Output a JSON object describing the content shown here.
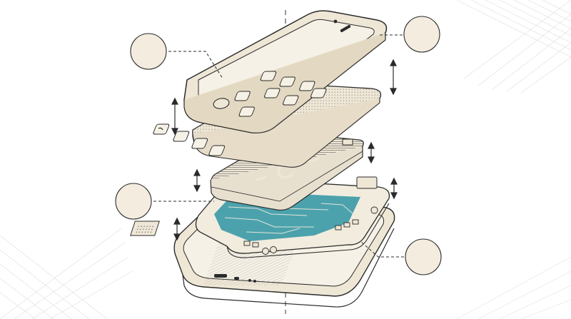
{
  "diagram": {
    "subject": "exploded-smartphone-illustration",
    "layers": [
      {
        "name": "front-glass-display"
      },
      {
        "name": "touch-screen-layer"
      },
      {
        "name": "battery"
      },
      {
        "name": "logic-board"
      },
      {
        "name": "rear-housing"
      }
    ],
    "callouts": [
      {
        "name": "top-left",
        "label": ""
      },
      {
        "name": "top-right",
        "label": ""
      },
      {
        "name": "middle-left",
        "label": ""
      },
      {
        "name": "bottom-right",
        "label": ""
      }
    ]
  },
  "colors": {
    "background": "#ffffff",
    "ink": "#2b2b2b",
    "cream": "#efe7d6",
    "cream_dark": "#e3d8c1",
    "teal": "#3a9aa6",
    "callout_fill": "#f3ecdf",
    "grid": "#dcdcdc"
  },
  "icons": [
    "phone-icon",
    "chat-icon",
    "compass-icon",
    "music-icon",
    "settings-icon",
    "camera-icon",
    "mail-icon",
    "photos-icon"
  ]
}
